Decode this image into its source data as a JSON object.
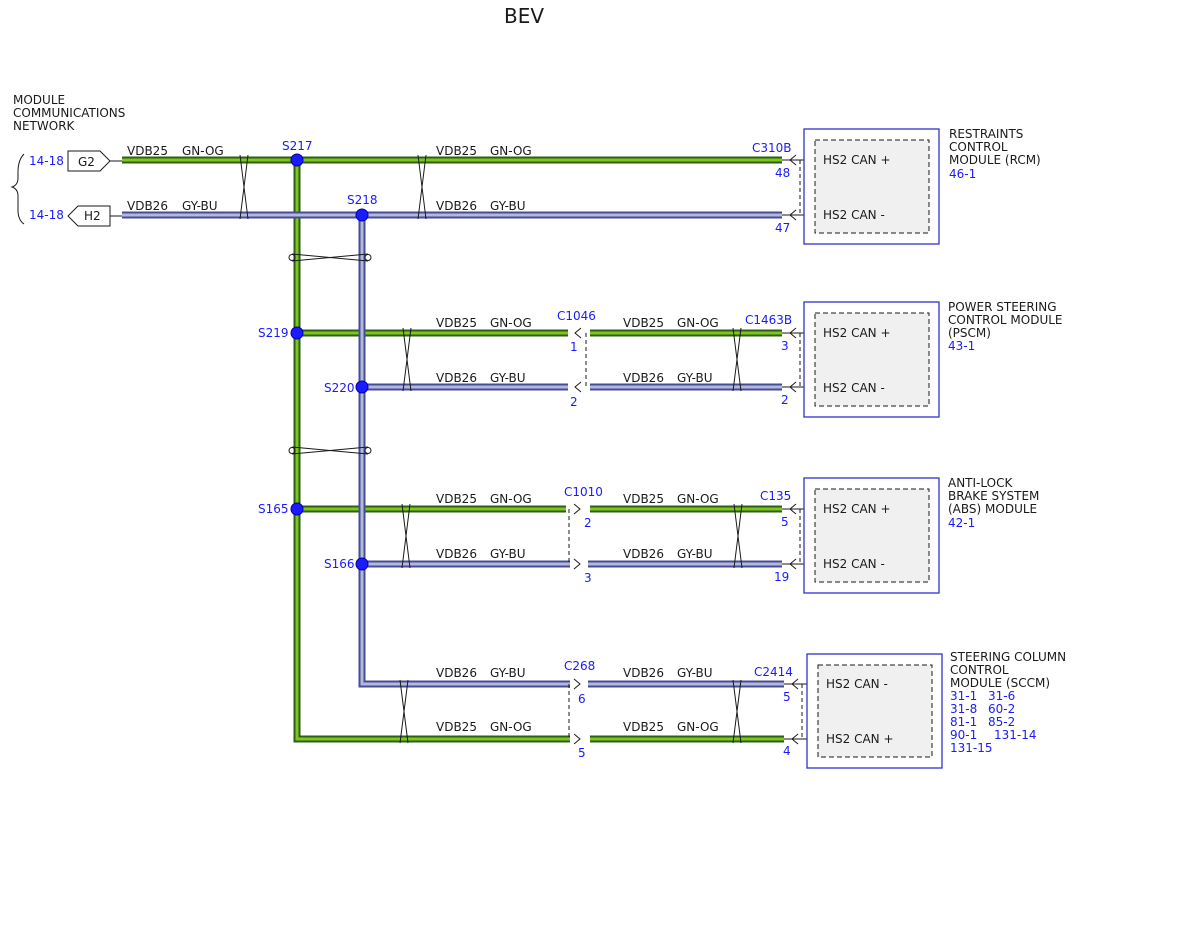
{
  "title": "BEV",
  "network_label": [
    "MODULE",
    "COMMUNICATIONS",
    "NETWORK"
  ],
  "connectors_left": [
    {
      "ref": "14-18",
      "label": "G2"
    },
    {
      "ref": "14-18",
      "label": "H2"
    }
  ],
  "wire_labels": {
    "vdb25": "VDB25",
    "vdb26": "VDB26",
    "gnog": "GN-OG",
    "gybu": "GY-BU"
  },
  "splices": [
    "S217",
    "S218",
    "S219",
    "S220",
    "S165",
    "S166"
  ],
  "inline_connectors": [
    "C1046",
    "C1010",
    "C268"
  ],
  "module_connectors": [
    "C310B",
    "C1463B",
    "C135",
    "C2414"
  ],
  "pins": {
    "rcm": [
      "48",
      "47"
    ],
    "c1046": [
      "1",
      "2"
    ],
    "pscm": [
      "3",
      "2"
    ],
    "c1010": [
      "2",
      "3"
    ],
    "abs": [
      "5",
      "19"
    ],
    "c268": [
      "6",
      "5"
    ],
    "sccm": [
      "5",
      "4"
    ]
  },
  "signals": {
    "can_plus": "HS2 CAN +",
    "can_minus": "HS2 CAN -"
  },
  "modules": [
    {
      "name_lines": [
        "RESTRAINTS",
        "CONTROL",
        "MODULE (RCM)"
      ],
      "refs": [
        "46-1"
      ]
    },
    {
      "name_lines": [
        "POWER STEERING",
        "CONTROL MODULE",
        "(PSCM)"
      ],
      "refs": [
        "43-1"
      ]
    },
    {
      "name_lines": [
        "ANTI-LOCK",
        "BRAKE SYSTEM",
        "(ABS) MODULE"
      ],
      "refs": [
        "42-1"
      ]
    },
    {
      "name_lines": [
        "STEERING COLUMN",
        "CONTROL",
        "MODULE (SCCM)"
      ],
      "refs": [
        "31-1",
        "31-6",
        "31-8",
        "60-2",
        "81-1",
        "85-2",
        "90-1",
        "131-14",
        "131-15"
      ]
    }
  ],
  "colors": {
    "green_wire": "#7ec61c",
    "blue_wire": "#b5b9d8",
    "splice": "#1b1bff",
    "module_border": "#3333cc",
    "ref_text": "#1a1aff"
  }
}
